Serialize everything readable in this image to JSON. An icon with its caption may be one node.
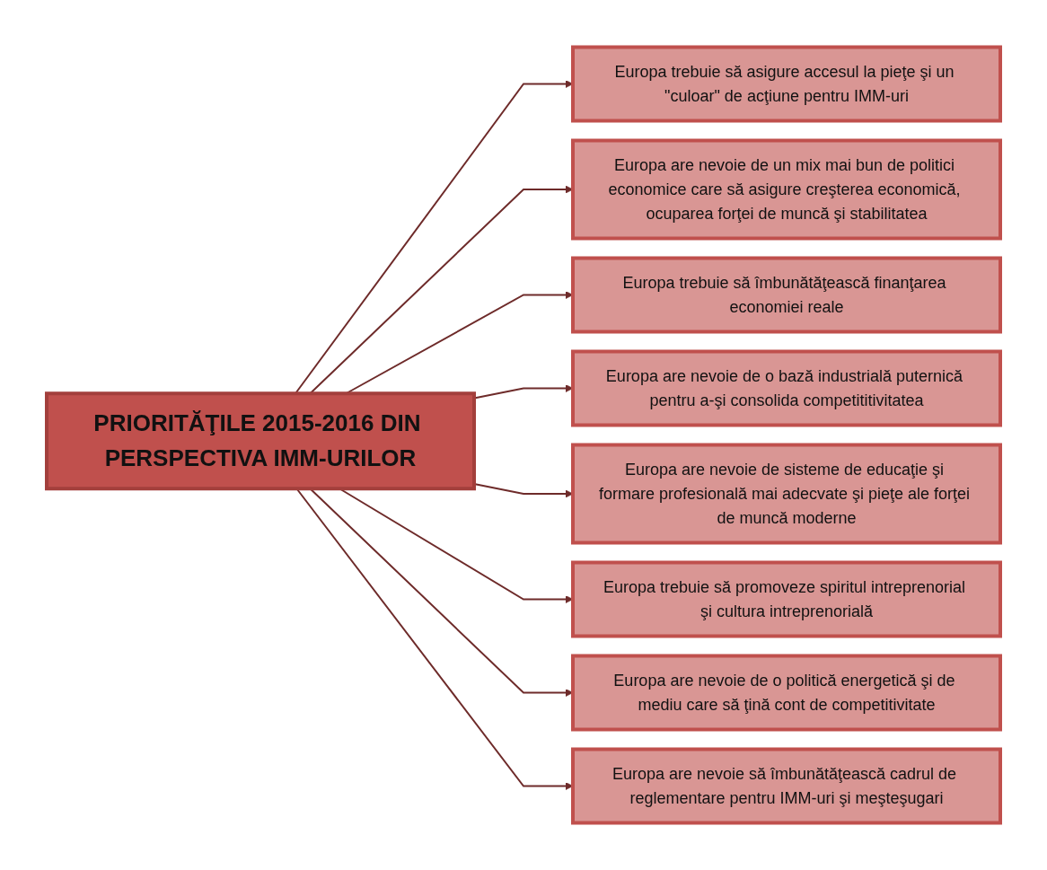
{
  "diagram": {
    "nodes": [
      {
        "text": [
          "Europa trebuie să asigure accesul la pieţe şi un \"culoar\" de acţiune pentru IMM-uri"
        ]
      },
      {
        "text": [
          "Europa are nevoie de un mix mai bun de politici economice care să asigure creşterea economică, ocuparea forţei de muncă şi stabilitatea"
        ]
      },
      {
        "text": [
          "Europa trebuie să îmbunătăţească finanţarea economiei reale"
        ]
      },
      {
        "text": [
          "PRIORITĂŢILE 2015-2016 DIN PERSPECTIVA IMM-URILOR"
        ]
      },
      {
        "text": [
          "Europa are nevoie de o bază industrială puternică pentru a-şi consolida competititivitatea"
        ]
      },
      {
        "text": [
          "Europa are nevoie de sisteme de educaţie şi formare profesională mai adecvate şi pieţe ale forţei de muncă moderne"
        ]
      },
      {
        "text": [
          "Europa trebuie să promoveze spiritul intreprenorial şi cultura intreprenorială"
        ]
      },
      {
        "text": [
          "Europa are nevoie de o politică energetică şi de mediu care să ţină cont de competitivitate"
        ]
      },
      {
        "text": [
          "Europa are nevoie să îmbunătăţească cadrul de reglementare pentru IMM-uri şi meşteşugari"
        ]
      }
    ],
    "edges": [
      {
        "from": 3,
        "to": 0,
        "arrow": "to"
      },
      {
        "from": 3,
        "to": 1,
        "arrow": "to"
      },
      {
        "from": 3,
        "to": 2,
        "arrow": "to"
      },
      {
        "from": 3,
        "to": 4,
        "arrow": "to"
      },
      {
        "from": 3,
        "to": 5,
        "arrow": "to"
      },
      {
        "from": 3,
        "to": 6,
        "arrow": "to"
      },
      {
        "from": 3,
        "to": 7,
        "arrow": "to"
      },
      {
        "from": 3,
        "to": 8,
        "arrow": "to"
      }
    ]
  }
}
